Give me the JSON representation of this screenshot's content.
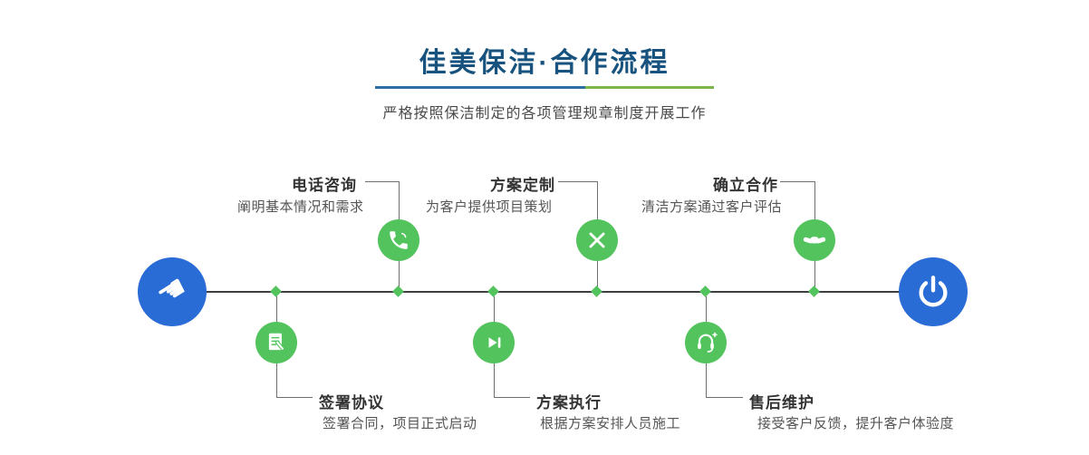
{
  "header": {
    "title": "佳美保洁·合作流程",
    "subtitle": "严格按照保洁制定的各项管理规章制度开展工作"
  },
  "timeline": {
    "start_icon": "hand-pointer-icon",
    "end_icon": "power-icon",
    "steps_top": [
      {
        "label": "电话咨询",
        "description": "阐明基本情况和需求",
        "icon": "phone-icon"
      },
      {
        "label": "方案定制",
        "description": "为客户提供项目策划",
        "icon": "design-tools-icon"
      },
      {
        "label": "确立合作",
        "description": "清洁方案通过客户评估",
        "icon": "handshake-icon"
      }
    ],
    "steps_bottom": [
      {
        "label": "签署协议",
        "description": "签署合同，项目正式启动",
        "icon": "contract-icon"
      },
      {
        "label": "方案执行",
        "description": "根据方案安排人员施工",
        "icon": "play-forward-icon"
      },
      {
        "label": "售后维护",
        "description": "接受客户反馈，提升客户体验度",
        "icon": "headset-icon"
      }
    ]
  },
  "icons": {
    "hand_glyph": "☚"
  },
  "colors": {
    "title": "#17537e",
    "accent_blue": "#2a6cd5",
    "accent_green": "#53c35e",
    "divider_blue": "#2e6da4",
    "divider_green": "#7ab648",
    "line": "#3f3f3f"
  }
}
